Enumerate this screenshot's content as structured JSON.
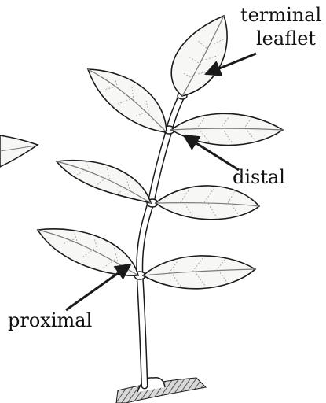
{
  "labels": {
    "terminal_line1": "terminal",
    "terminal_line2": "leaflet",
    "distal": "distal",
    "proximal": "proximal"
  },
  "colors": {
    "ink": "#1a1a1a",
    "leaf_fill": "#f7f7f5",
    "vein": "#7a7a7a",
    "ground": "#6d6d6d"
  }
}
